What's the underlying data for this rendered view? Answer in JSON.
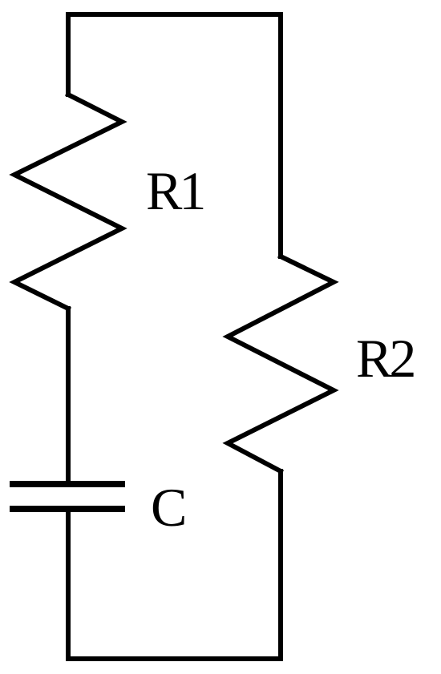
{
  "components": {
    "r1": {
      "label": "R1",
      "type": "resistor"
    },
    "r2": {
      "label": "R2",
      "type": "resistor"
    },
    "c": {
      "label": "C",
      "type": "capacitor"
    }
  },
  "colors": {
    "stroke": "#000000",
    "background": "#ffffff"
  }
}
